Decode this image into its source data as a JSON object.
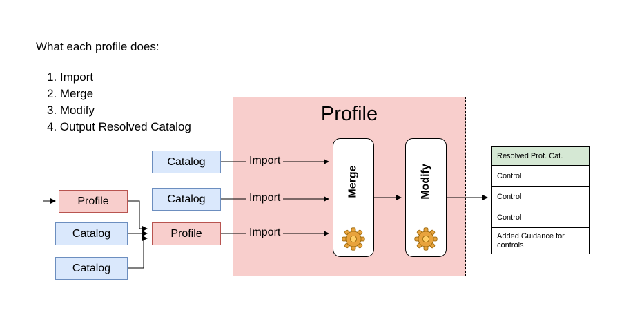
{
  "heading": "What each profile does:",
  "steps": [
    "1. Import",
    "2. Merge",
    "3. Modify",
    "4. Output Resolved Catalog"
  ],
  "nodes": {
    "profile_left": "Profile",
    "catalog_left_1": "Catalog",
    "catalog_left_2": "Catalog",
    "catalog_mid_1": "Catalog",
    "catalog_mid_2": "Catalog",
    "profile_mid": "Profile"
  },
  "imports": [
    "Import",
    "Import",
    "Import"
  ],
  "region": {
    "title": "Profile",
    "merge_label": "Merge",
    "modify_label": "Modify"
  },
  "table": {
    "header": "Resolved Prof. Cat.",
    "rows": [
      "Control",
      "Control",
      "Control",
      "Added Guidance for controls"
    ]
  },
  "icons": {
    "gear": "gear-icon"
  },
  "colors": {
    "catalog_fill": "#dae8fc",
    "catalog_border": "#6c8ebf",
    "profile_fill": "#f8cecc",
    "profile_border": "#b85450",
    "region_fill": "#f8cecc",
    "table_header_fill": "#d5e8d4",
    "gear_fill": "#e8a33d",
    "connector": "#000000"
  }
}
